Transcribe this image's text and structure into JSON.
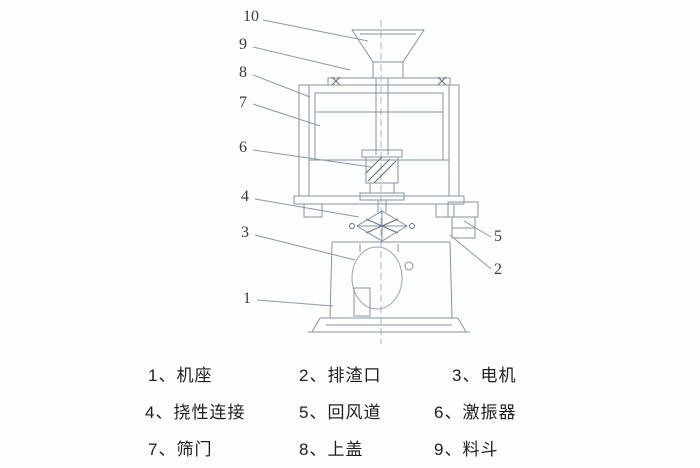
{
  "diagram": {
    "type": "technical-line-drawing",
    "subject": "vibrating-sieve-machine-cross-section",
    "line_color": "#8494a2",
    "dark_line_color": "#5f6f7c",
    "text_color": "#1e1e1e"
  },
  "callout_numbers": [
    "10",
    "9",
    "8",
    "7",
    "6",
    "4",
    "3",
    "1",
    "5",
    "2"
  ],
  "legend": {
    "items": [
      "1、机座",
      "2、排渣口",
      "3、电机",
      "4、挠性连接",
      "5、回风道",
      "6、激振器",
      "7、筛门",
      "8、上盖",
      "9、料斗"
    ]
  }
}
